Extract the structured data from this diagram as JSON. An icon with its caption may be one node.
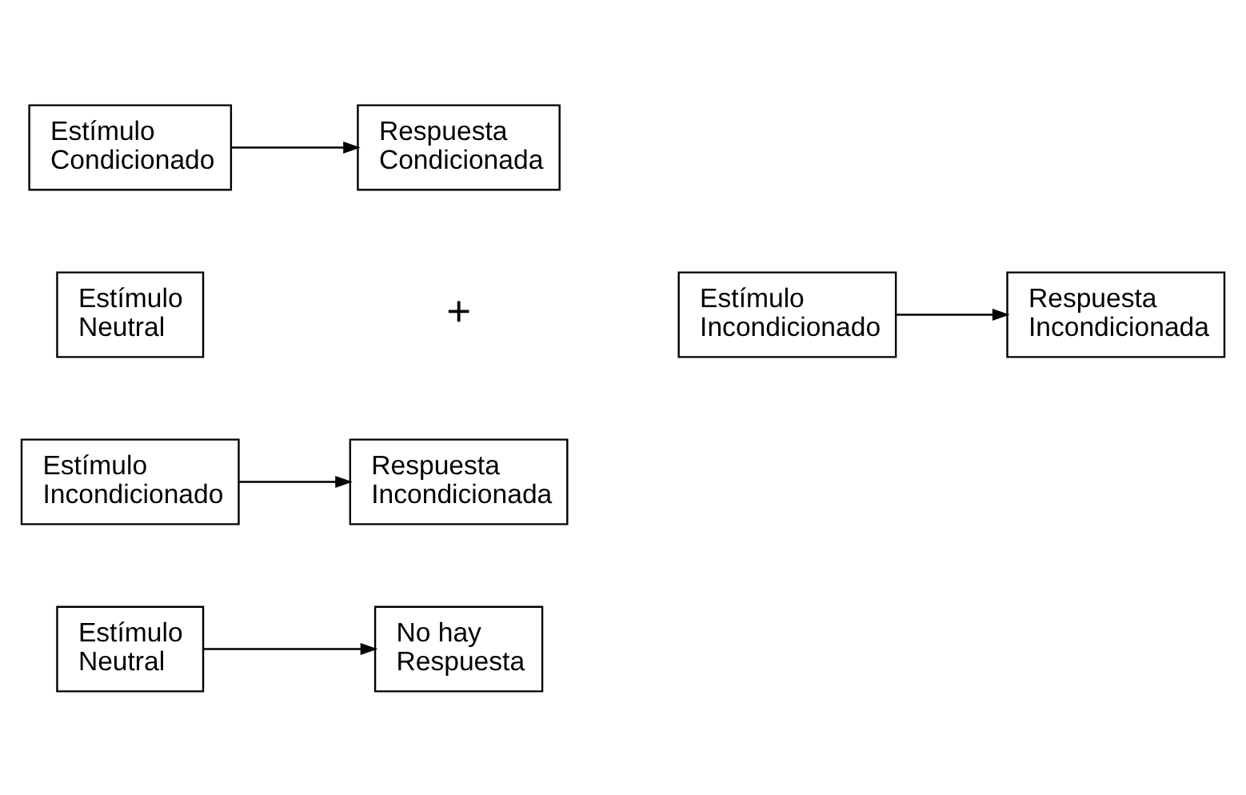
{
  "diagram": {
    "nodes": [
      {
        "text": [
          "Estímulo Neutral"
        ]
      },
      {
        "text": [
          "No hay Respuesta"
        ]
      },
      {
        "text": [
          "Estímulo Incondicionado"
        ]
      },
      {
        "text": [
          "Respuesta Incondicionada"
        ]
      },
      {
        "text": [
          "Estímulo Neutral"
        ]
      },
      {
        "text": [
          "Estímulo Incondicionado"
        ]
      },
      {
        "text": [
          "Respuesta Incondicionada"
        ]
      },
      {
        "text": [
          "Estímulo Condicionado"
        ]
      },
      {
        "text": [
          "Respuesta Condicionada"
        ]
      }
    ],
    "edges": [
      {
        "from": 0,
        "to": 1,
        "arrow": "to"
      },
      {
        "from": 2,
        "to": 3,
        "arrow": "to"
      },
      {
        "from": 5,
        "to": 6,
        "arrow": "to"
      },
      {
        "from": 7,
        "to": 8,
        "arrow": "to"
      }
    ],
    "labels": [
      "+"
    ]
  }
}
